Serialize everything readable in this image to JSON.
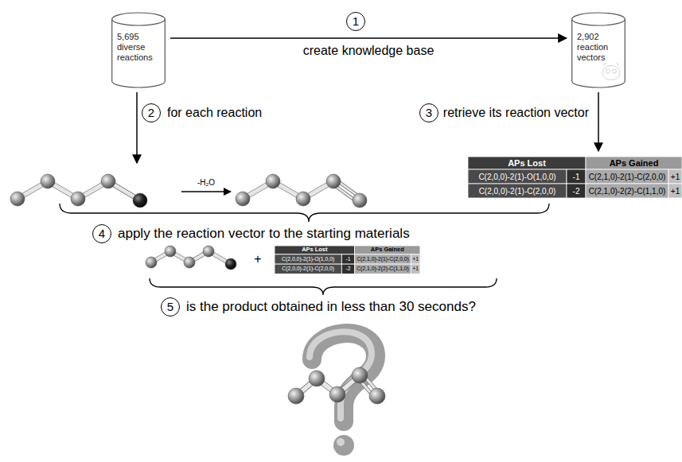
{
  "diagram": {
    "nodes": [
      {
        "text": [
          "5,695 diverse reactions"
        ]
      },
      {
        "text": [
          "2,902 reaction vectors"
        ]
      }
    ],
    "edges": [
      {
        "from": 0,
        "to": 1,
        "arrow": "to",
        "label": "create knowledge base"
      }
    ],
    "labels": [
      "1",
      "2",
      "for each reaction",
      "3",
      "retrieve its reaction vector",
      "APs Lost",
      "APs Gained",
      "C(2,0,0)-2(1)-O(1,0,0)",
      "-1",
      "C(2,1,0)-2(1)-C(2,0,0)",
      "+1",
      "C(2,0,0)-2(1)-C(2,0,0)",
      "-2",
      "C(2,1,0)-2(2)-C(1,1,0)",
      "+1",
      "-H₂O",
      "4",
      "apply the reaction vector to the starting materials",
      "+",
      "APs Lost",
      "APs Gained",
      "C(2,0,0)-2(1)-O(1,0,0)",
      "-1",
      "C(2,1,0)-2(1)-C(2,0,0)",
      "+1",
      "C(2,0,0)-2(1)-C(2,0,0)",
      "-2",
      "C(2,1,0)-2(2)-C(1,1,0)",
      "+1",
      "5",
      "is the product obtained in less than 30 seconds?"
    ]
  }
}
